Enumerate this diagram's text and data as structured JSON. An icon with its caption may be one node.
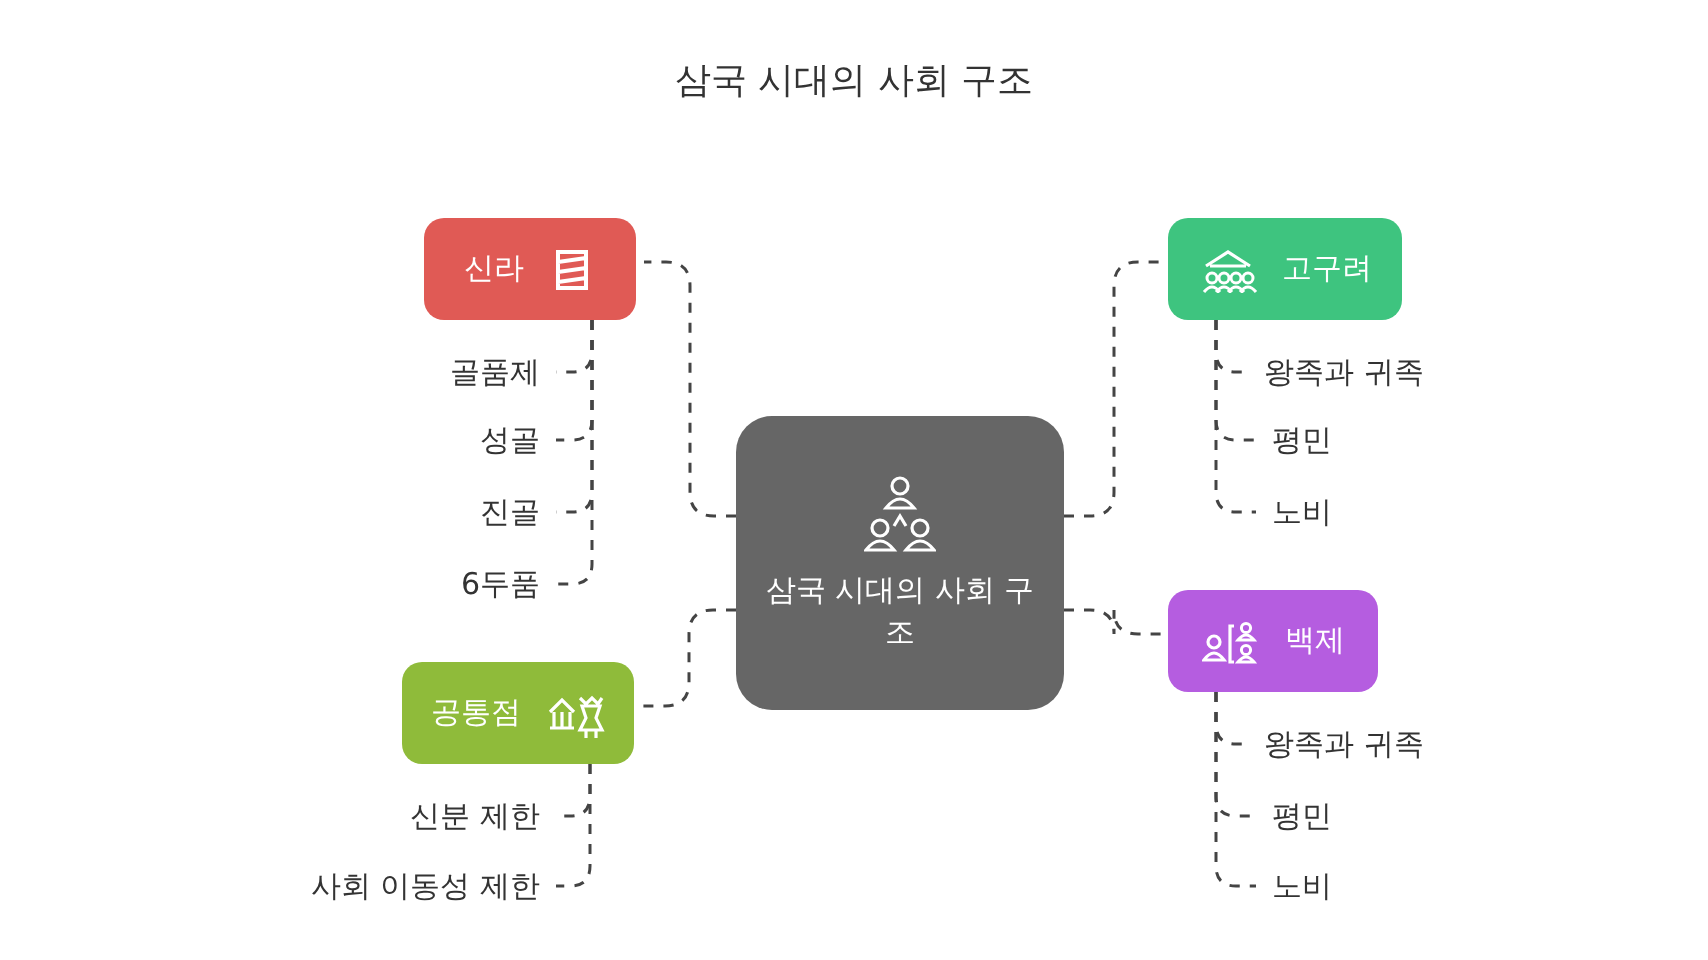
{
  "diagram": {
    "title": "삼국 시대의 사회 구조",
    "nodes": [
      {
        "text": [
          "삼국 시대의 사회 구조"
        ]
      },
      {
        "text": [
          "신라"
        ]
      },
      {
        "text": [
          "골품제"
        ]
      },
      {
        "text": [
          "성골"
        ]
      },
      {
        "text": [
          "진골"
        ]
      },
      {
        "text": [
          "6두품"
        ]
      },
      {
        "text": [
          "고구려"
        ]
      },
      {
        "text": [
          "왕족과 귀족"
        ]
      },
      {
        "text": [
          "평민"
        ]
      },
      {
        "text": [
          "노비"
        ]
      },
      {
        "text": [
          "백제"
        ]
      },
      {
        "text": [
          "왕족과 귀족"
        ]
      },
      {
        "text": [
          "평민"
        ]
      },
      {
        "text": [
          "노비"
        ]
      },
      {
        "text": [
          "공통점"
        ]
      },
      {
        "text": [
          "신분 제한"
        ]
      },
      {
        "text": [
          "사회 이동성 제한"
        ]
      }
    ],
    "edges": [
      {
        "from": 0,
        "to": 1,
        "arrow": "none",
        "style": "dashed"
      },
      {
        "from": 0,
        "to": 6,
        "arrow": "none",
        "style": "dashed"
      },
      {
        "from": 0,
        "to": 10,
        "arrow": "none",
        "style": "dashed"
      },
      {
        "from": 0,
        "to": 14,
        "arrow": "none",
        "style": "dashed"
      },
      {
        "from": 1,
        "to": 2,
        "arrow": "none",
        "style": "dashed"
      },
      {
        "from": 1,
        "to": 3,
        "arrow": "none",
        "style": "dashed"
      },
      {
        "from": 1,
        "to": 4,
        "arrow": "none",
        "style": "dashed"
      },
      {
        "from": 1,
        "to": 5,
        "arrow": "none",
        "style": "dashed"
      },
      {
        "from": 6,
        "to": 7,
        "arrow": "none",
        "style": "dashed"
      },
      {
        "from": 6,
        "to": 8,
        "arrow": "none",
        "style": "dashed"
      },
      {
        "from": 6,
        "to": 9,
        "arrow": "none",
        "style": "dashed"
      },
      {
        "from": 10,
        "to": 11,
        "arrow": "none",
        "style": "dashed"
      },
      {
        "from": 10,
        "to": 12,
        "arrow": "none",
        "style": "dashed"
      },
      {
        "from": 10,
        "to": 13,
        "arrow": "none",
        "style": "dashed"
      },
      {
        "from": 14,
        "to": 15,
        "arrow": "none",
        "style": "dashed"
      },
      {
        "from": 14,
        "to": 16,
        "arrow": "none",
        "style": "dashed"
      }
    ]
  }
}
